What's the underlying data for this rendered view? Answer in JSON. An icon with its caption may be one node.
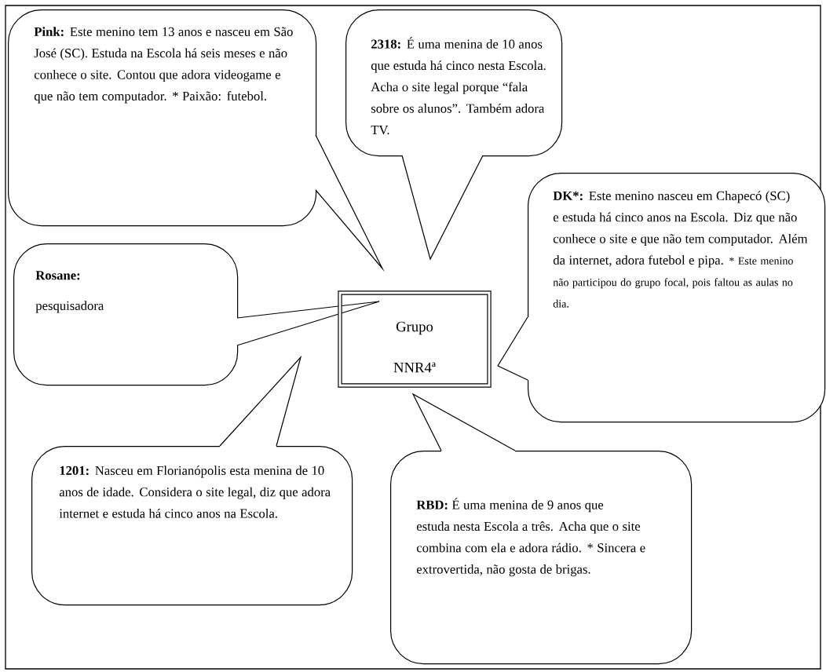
{
  "diagram": {
    "nodes": [
      {
        "text": [
          "**Pink:** Este menino tem 13 anos e nasceu em São José (SC). Estuda na Escola há seis meses e não conhece o site. Contou que adora videogame e que não tem computador. * Paixão: futebol."
        ]
      },
      {
        "text": [
          "**2318:** É uma menina de 10 anos que estuda há cinco nesta Escola. Acha o site legal porque “fala sobre os alunos”. Também adora TV."
        ]
      },
      {
        "text": [
          "**DK*:** Este menino nasceu em Chapecó (SC) e estuda há cinco anos na Escola. Diz que não conhece o site e que não tem computador. Além da internet, adora futebol e pipa.",
          "* Este menino não participou do grupo focal, pois faltou as aulas no dia."
        ]
      },
      {
        "text": [
          "Rosane:",
          "pesquisadora"
        ]
      },
      {
        "text": [
          "Grupo",
          "NNR4ª"
        ]
      },
      {
        "text": [
          "**1201:** Nasceu em Florianópolis esta menina de 10 anos de idade. Considera o site legal, diz que adora internet e estuda há cinco anos na Escola."
        ]
      },
      {
        "text": [
          "**RBD:** É uma menina de 9 anos que estuda nesta Escola a três. Acha que o site combina com ela e adora rádio. * Sincera e extrovertida, não gosta de brigas."
        ]
      }
    ]
  }
}
